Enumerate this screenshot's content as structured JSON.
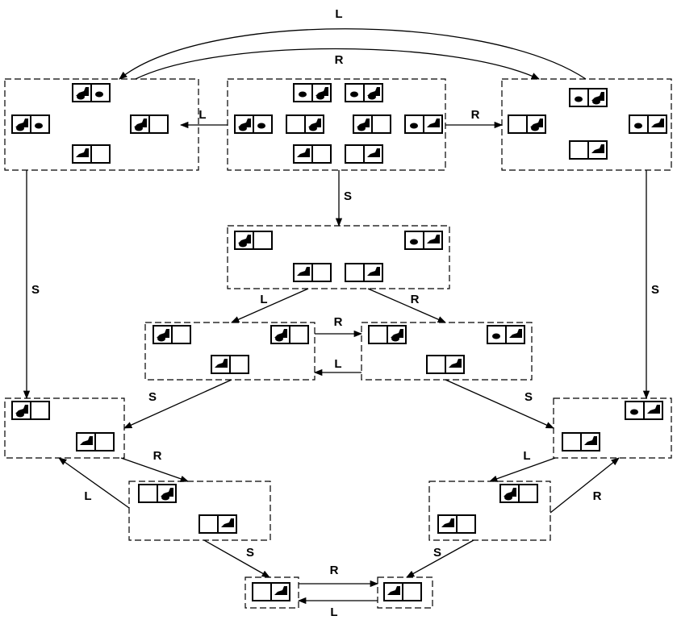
{
  "diagram": {
    "labels": {
      "left": "L",
      "right": "R",
      "suck": "S"
    },
    "edges": [
      {
        "id": "top-arc-l",
        "label": "L"
      },
      {
        "id": "top-arc-r",
        "label": "R"
      },
      {
        "id": "root-to-left",
        "label": "L"
      },
      {
        "id": "root-to-right",
        "label": "R"
      },
      {
        "id": "root-to-center",
        "label": "S"
      },
      {
        "id": "left-down",
        "label": "S"
      },
      {
        "id": "right-down",
        "label": "S"
      },
      {
        "id": "center-to-midleft",
        "label": "L"
      },
      {
        "id": "center-to-midright",
        "label": "R"
      },
      {
        "id": "midleft-to-midright",
        "label": "R"
      },
      {
        "id": "midright-to-midleft",
        "label": "L"
      },
      {
        "id": "midleft-to-lowleft",
        "label": "S"
      },
      {
        "id": "midright-to-lowright",
        "label": "S"
      },
      {
        "id": "lowleft-to-lowerleft",
        "label": "R"
      },
      {
        "id": "lowerleft-to-lowleft",
        "label": "L"
      },
      {
        "id": "lowright-to-lowerright",
        "label": "L"
      },
      {
        "id": "lowerright-to-lowright",
        "label": "R"
      },
      {
        "id": "lowerleft-to-bottomleft",
        "label": "S"
      },
      {
        "id": "lowerright-to-bottomright",
        "label": "S"
      },
      {
        "id": "bottom-r",
        "label": "R"
      },
      {
        "id": "bottom-l",
        "label": "L"
      }
    ]
  }
}
